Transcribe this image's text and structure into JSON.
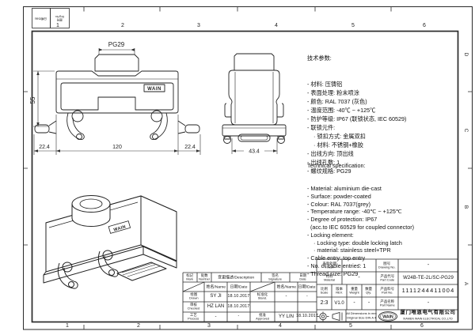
{
  "frame": {
    "grid_numbers": [
      "1",
      "2",
      "3",
      "4",
      "5",
      "6"
    ],
    "grid_letters": [
      "D",
      "C",
      "B",
      "A"
    ],
    "corner_box_1": "日期/Date",
    "corner_box_2a": "图号",
    "corner_box_2b": "Drg.No."
  },
  "drawing": {
    "front_view": {
      "thread_label": "PG29",
      "dim_height": "55",
      "dim_left": "22.4",
      "dim_width": "120",
      "dim_right": "22.4",
      "logo": "WAIN"
    },
    "side_view": {
      "dim_width": "43.4"
    },
    "iso_view": {
      "logo": "WAIN"
    }
  },
  "specs_cn": {
    "title": "技术参数:",
    "lines": [
      "- 材料: 压铸铝",
      "- 表面处理: 粉末喷涂",
      "- 颜色: RAL 7037 (灰色)",
      "- 温度范围: -40℃ ~ +125℃",
      "- 防护等级: IP67 (联锁状态, IEC 60529)",
      "- 联锁元件:",
      "    · 锁扣方式: 金属双扣",
      "    · 材料: 不锈钢+橡胶",
      "- 出线方向: 顶出线",
      "- 出线孔数: 1",
      "- 螺纹规格: PG29"
    ]
  },
  "specs_en": {
    "title": "Technical specification:",
    "lines": [
      "- Material: aluminium die-cast",
      "- Surface: powder-coated",
      "- Colour: RAL 7037(grey)",
      "- Temperature range: -40℃ ~ +125℃",
      "- Degree of protection: IP67",
      "  (acc.to IEC 60529 for coupled connector)",
      "- Locking element:",
      "    · Locking type: double locking latch",
      "    · material: stainless steel+TPR",
      "- Cable entry: top entry",
      "- No. of cable entries: 1",
      "- Thread size: PG29"
    ]
  },
  "revision_table": {
    "hdr": {
      "mark_cn": "标记",
      "mark_en": "Mark",
      "number_cn": "处数",
      "number_en": "Number",
      "description": "变更描述/Description",
      "signature_cn": "签名",
      "signature_en": "Signature",
      "date_cn": "日期",
      "date_en": "Date",
      "name_sub": "姓名/Name",
      "date_sub": "日期/Date"
    },
    "rows": {
      "drawn": {
        "cn": "绘图",
        "en": "Drawn",
        "name": "SY JI",
        "date": "18.10.2017"
      },
      "checked": {
        "cn": "审核",
        "en": "Checked",
        "name": "HZ LAN",
        "date": "18.10.2017"
      },
      "process": {
        "cn": "工艺",
        "en": "Process",
        "name": "-",
        "date": "-"
      },
      "standard": {
        "cn": "标准化",
        "en": "Stand.",
        "name": "-",
        "date": "-"
      },
      "approved": {
        "cn": "批准",
        "en": "Approved",
        "name": "YY LIN",
        "date": "18.10.2017"
      }
    }
  },
  "title_block": {
    "finish": {
      "cn": "表面处理",
      "en": "Finish",
      "value": "-"
    },
    "material": {
      "cn": "材料",
      "en": "Material",
      "value": "-"
    },
    "scale": {
      "cn": "比例",
      "en": "Scale",
      "value": "2:3"
    },
    "rev": {
      "cn": "版本",
      "en": "REV.",
      "value": "V1.0"
    },
    "weight": {
      "cn": "重量",
      "en": "Weight",
      "value": "-"
    },
    "qty": {
      "cn": "数量",
      "en": "Qty.",
      "value": "-"
    },
    "drawing_no": {
      "cn": "图号",
      "en": "Drawing No.",
      "value": "-"
    },
    "part_code": {
      "cn": "产品代号",
      "en": "Part Code",
      "value": "W24B-TE-2L/SC-PG29"
    },
    "part_no": {
      "cn": "产品料号",
      "en": "Part No.",
      "value": "1111244411004"
    },
    "part_name": {
      "cn": "产品名称",
      "en": "Part Name",
      "value": "-"
    },
    "note1": "All Dimensions in mm",
    "note2": "Original Size DIN A 4",
    "company": {
      "logo": "WAIN",
      "cn": "厦门唯恩电气有限公司",
      "en": "XIAMEN WAIN ELECTRICAL CO.,LTD"
    }
  }
}
